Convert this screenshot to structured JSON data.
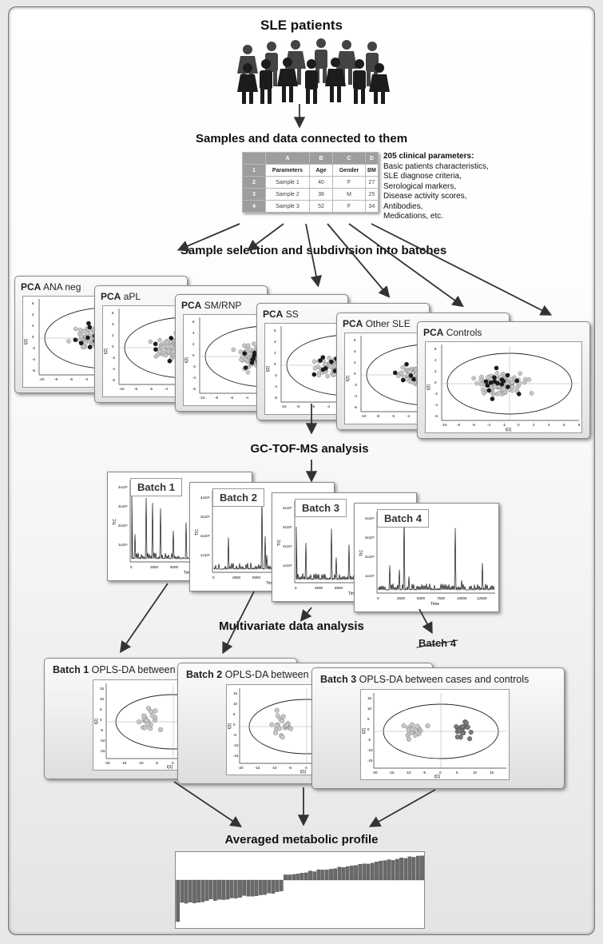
{
  "titles": {
    "patients": "SLE patients",
    "samples": "Samples and data connected to them",
    "selection": "Sample selection and subdivision into batches",
    "gcms": "GC-TOF-MS analysis",
    "mva": "Multivariate data analysis",
    "profile": "Averaged metabolic profile"
  },
  "table": {
    "col_letters": [
      "A",
      "B",
      "C",
      "D"
    ],
    "headers": [
      "Parameters",
      "Age",
      "Gender",
      "BM"
    ],
    "rows": [
      {
        "num": "1",
        "cells": [
          "Parameters",
          "Age",
          "Gender",
          "BM"
        ]
      },
      {
        "num": "2",
        "cells": [
          "Sample 1",
          "40",
          "F",
          "27"
        ]
      },
      {
        "num": "3",
        "cells": [
          "Sample 2",
          "36",
          "M",
          "25"
        ]
      },
      {
        "num": "4",
        "cells": [
          "Sample 3",
          "52",
          "F",
          "34"
        ]
      }
    ]
  },
  "info": {
    "heading": "205 clinical parameters:",
    "lines": [
      "Basic patients characteristics,",
      "SLE diagnose criteria,",
      "Serological markers,",
      "Disease activity scores,",
      "Antibodies,",
      "Medications, etc."
    ]
  },
  "pca_cards": [
    {
      "prefix": "PCA",
      "label": "ANA neg"
    },
    {
      "prefix": "PCA",
      "label": "aPL"
    },
    {
      "prefix": "PCA",
      "label": "SM/RNP"
    },
    {
      "prefix": "PCA",
      "label": "SS"
    },
    {
      "prefix": "PCA",
      "label": "Other SLE"
    },
    {
      "prefix": "PCA",
      "label": "Controls"
    }
  ],
  "pca_axes": {
    "x_label": "t[1]",
    "y_label": "t[2]",
    "x_ticks": [
      "-10",
      "-8",
      "-6",
      "-4",
      "-2",
      "0",
      "2",
      "4",
      "6",
      "8"
    ],
    "y_ticks": [
      "6",
      "4",
      "2",
      "0",
      "-2",
      "-4",
      "-6"
    ]
  },
  "batches": [
    {
      "label": "Batch 1"
    },
    {
      "label": "Batch 2"
    },
    {
      "label": "Batch 3"
    },
    {
      "label": "Batch 4"
    }
  ],
  "tic_axes": {
    "y_label": "TIC",
    "x_label": "Time",
    "y_ticks": [
      "4x10⁶",
      "3x10⁶",
      "2x10⁶",
      "1x10⁶"
    ],
    "x_ticks": [
      "0",
      "2500",
      "5000",
      "7500",
      "10000",
      "12500"
    ]
  },
  "excluded_batch": "Batch 4",
  "opls_cards": [
    {
      "batch": "Batch 1",
      "rest": "OPLS-DA between cases and controls"
    },
    {
      "batch": "Batch 2",
      "rest": "OPLS-DA between cases and controls"
    },
    {
      "batch": "Batch 3",
      "rest": "OPLS-DA between cases and controls"
    }
  ],
  "opls_axes": {
    "x_label": "t[1]",
    "y_label": "t[2]",
    "x_ticks": [
      "-20",
      "-15",
      "-10",
      "-5",
      "0",
      "5",
      "10",
      "15"
    ],
    "y_ticks": [
      "15",
      "10",
      "5",
      "0",
      "-5",
      "-10",
      "-15"
    ]
  },
  "colors": {
    "dark_point": "#1a1a1a",
    "light_point": "#c8c8c8",
    "mid_point": "#7a7a7a",
    "bar": "#6a6a6a",
    "arrow": "#333333"
  }
}
